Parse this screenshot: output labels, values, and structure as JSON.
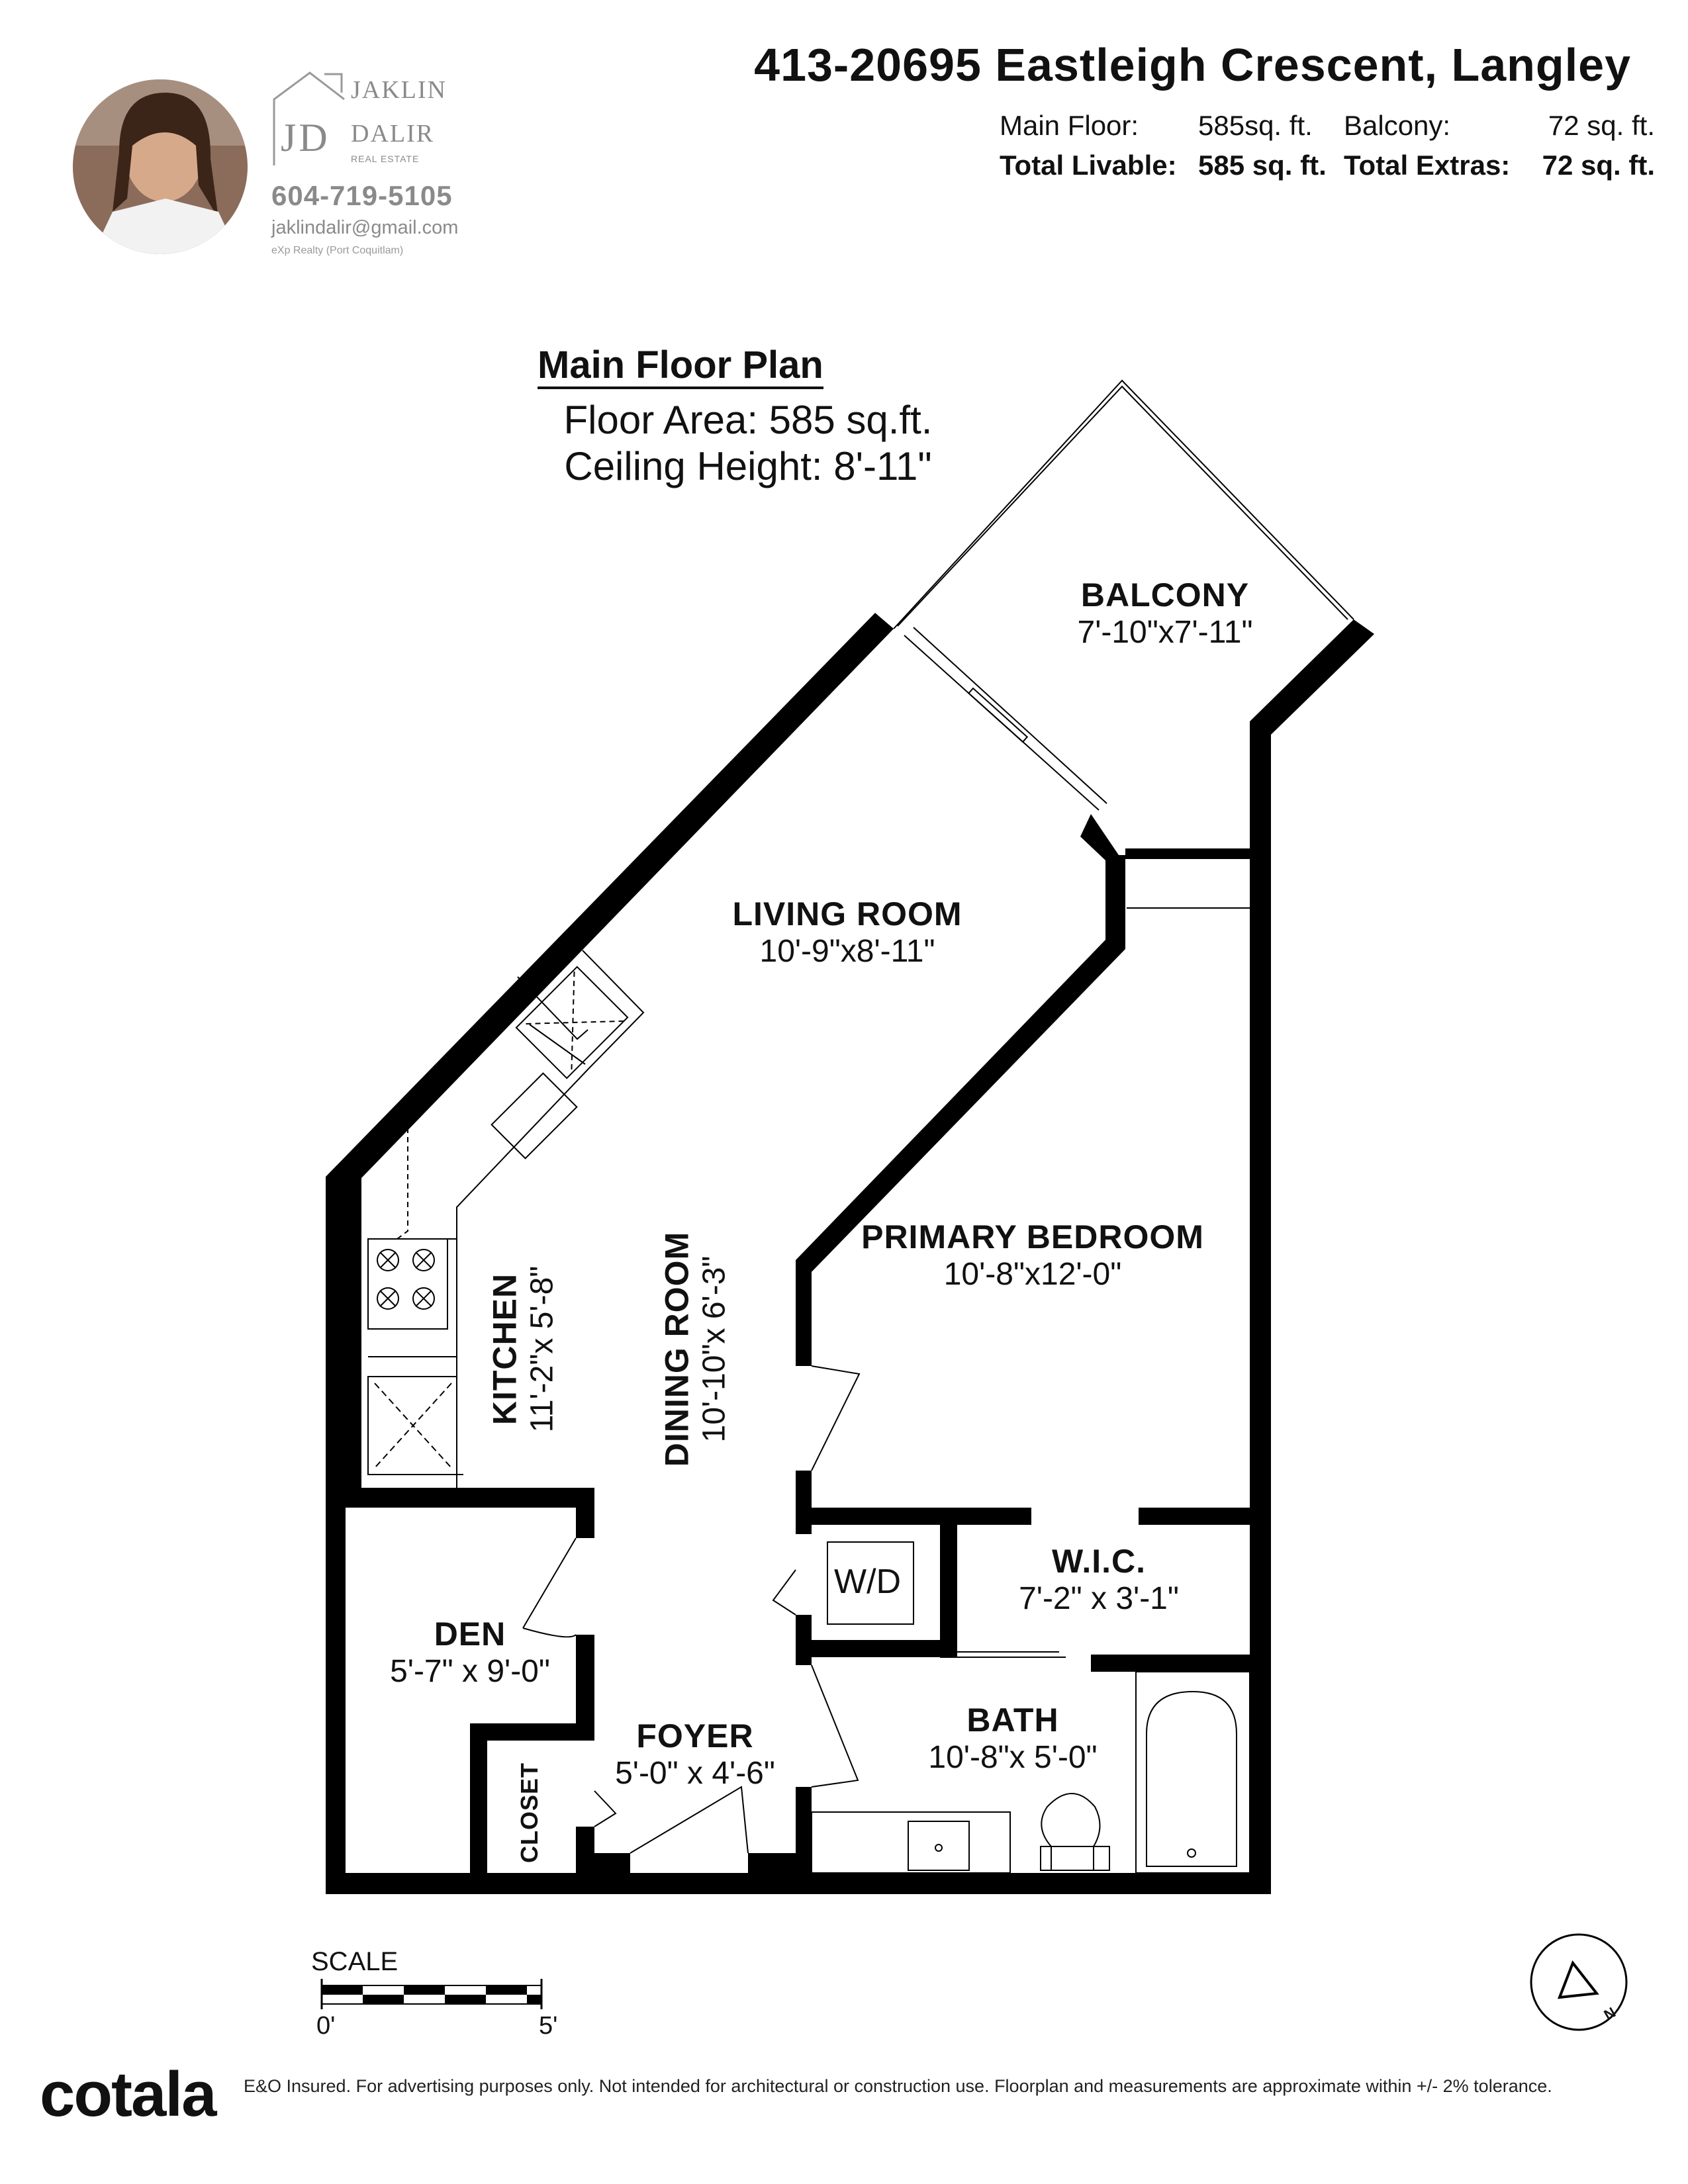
{
  "header": {
    "address": "413-20695 Eastleigh Crescent, Langley",
    "areas": [
      {
        "label": "Main Floor:",
        "value": "585sq. ft.",
        "label2": "Balcony:",
        "value2": "72 sq. ft."
      },
      {
        "label": "Total Livable:",
        "value": "585 sq. ft.",
        "label2": "Total Extras:",
        "value2": "72 sq. ft."
      }
    ]
  },
  "agent": {
    "brand_initials": "JD",
    "brand_name_1": "JAKLIN",
    "brand_name_2": "DALIR",
    "brand_sub": "REAL ESTATE",
    "phone": "604-719-5105",
    "email": "jaklindalir@gmail.com",
    "brokerage": "eXp Realty (Port Coquitlam)"
  },
  "plan": {
    "title": "Main Floor Plan",
    "floor_area": "Floor Area: 585 sq.ft.",
    "ceiling_height": "Ceiling Height: 8'-11\"",
    "rooms": [
      {
        "name": "BALCONY",
        "dims": "7'-10\"x7'-11\""
      },
      {
        "name": "LIVING ROOM",
        "dims": "10'-9\"x8'-11\""
      },
      {
        "name": "KITCHEN",
        "dims": "11'-2\"x 5'-8\""
      },
      {
        "name": "DINING ROOM",
        "dims": "10'-10\"x 6'-3\""
      },
      {
        "name": "PRIMARY BEDROOM",
        "dims": "10'-8\"x12'-0\""
      },
      {
        "name": "W.I.C.",
        "dims": "7'-2\" x 3'-1\""
      },
      {
        "name": "DEN",
        "dims": "5'-7\" x 9'-0\""
      },
      {
        "name": "FOYER",
        "dims": "5'-0\" x 4'-6\""
      },
      {
        "name": "BATH",
        "dims": "10'-8\"x 5'-0\""
      },
      {
        "name": "CLOSET",
        "dims": ""
      }
    ],
    "fixtures": {
      "washer_dryer": "W/D"
    }
  },
  "scale": {
    "label": "SCALE",
    "min": "0'",
    "max": "5'"
  },
  "compass": {
    "letter": "N"
  },
  "footer": {
    "brand": "cotala",
    "disclaimer": "E&O Insured. For advertising purposes only. Not intended for architectural or construction use. Floorplan and measurements are approximate within +/- 2% tolerance."
  }
}
